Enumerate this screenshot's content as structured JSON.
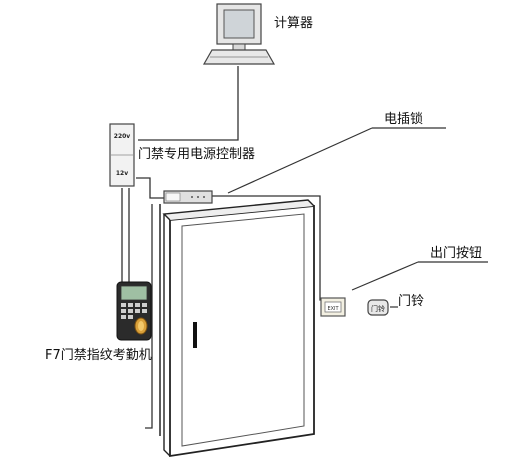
{
  "labels": {
    "computer": "计算器",
    "power_controller": "门禁专用电源控制器",
    "electric_lock": "电插锁",
    "exit_button": "出门按钮",
    "doorbell": "门铃",
    "terminal": "F7门禁指纹考勤机"
  },
  "device_text": {
    "controller_top": "220v",
    "controller_bottom": "12v",
    "exit_plate": "EXIT",
    "bell": "门铃"
  }
}
